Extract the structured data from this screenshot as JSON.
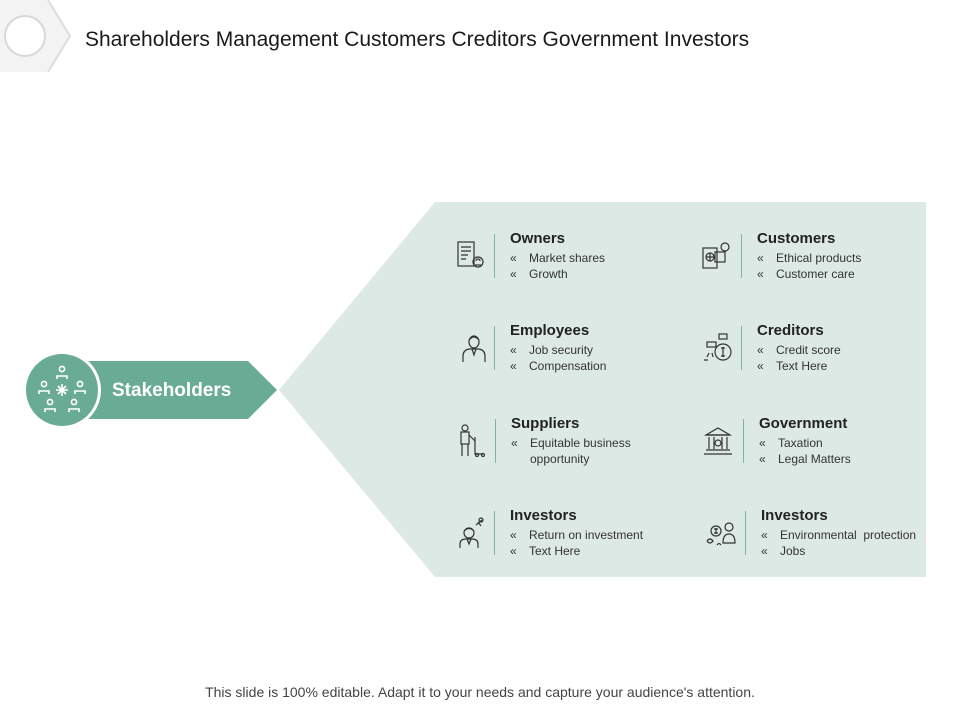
{
  "title": "Shareholders Management Customers Creditors Government Investors",
  "hub": {
    "label": "Stakeholders",
    "icon": "team-network-icon"
  },
  "colors": {
    "accent": "#6aab96",
    "panel": "#dde9e4",
    "line": "#7fb3a3"
  },
  "items": [
    {
      "name": "Owners",
      "icon": "document-person-icon",
      "points": [
        "Market shares",
        "Growth"
      ]
    },
    {
      "name": "Customers",
      "icon": "shopping-globe-icon",
      "points": [
        "Ethical products",
        "Customer care"
      ]
    },
    {
      "name": "Employees",
      "icon": "employee-icon",
      "points": [
        "Job security",
        "Compensation"
      ]
    },
    {
      "name": "Creditors",
      "icon": "money-bag-icon",
      "points": [
        "Credit score",
        "Text Here"
      ]
    },
    {
      "name": "Suppliers",
      "icon": "worker-trolley-icon",
      "points": [
        "Equitable business opportunity"
      ]
    },
    {
      "name": "Government",
      "icon": "government-building-icon",
      "points": [
        "Taxation",
        "Legal Matters"
      ]
    },
    {
      "name": "Investors",
      "icon": "investor-icon",
      "points": [
        "Return on investment",
        "Text Here"
      ]
    },
    {
      "name": "Investors",
      "icon": "investor-group-icon",
      "points": [
        "Environmental  protection",
        "Jobs"
      ]
    }
  ],
  "footer": "This slide is 100% editable. Adapt it to your needs and capture your audience's attention."
}
